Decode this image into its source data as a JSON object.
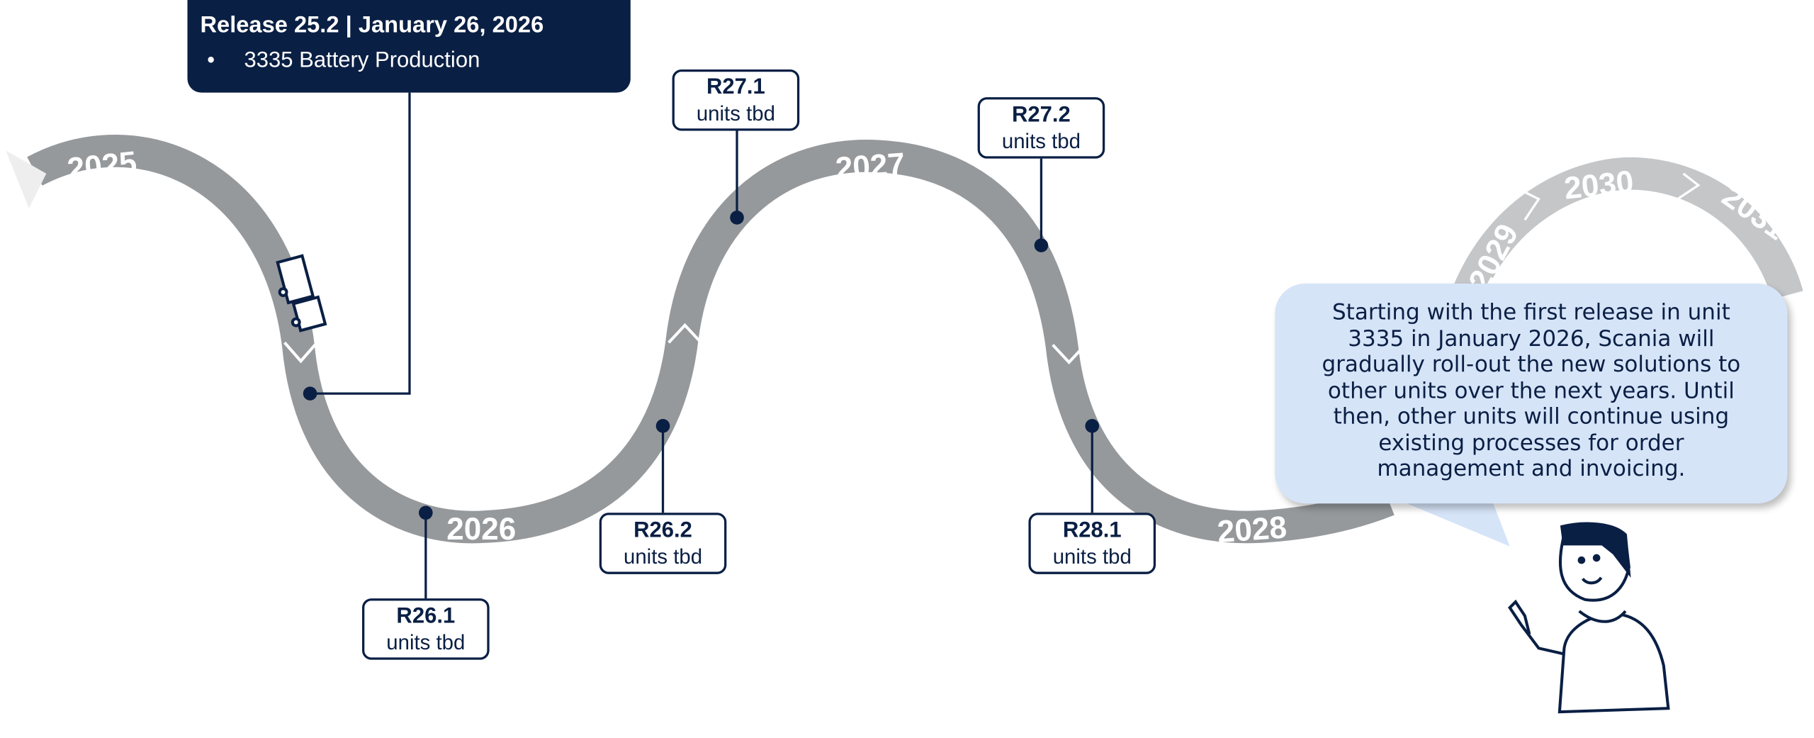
{
  "release": {
    "title": "Release 25.2 | January 26, 2026",
    "bullet": "•",
    "item": "3335 Battery Production"
  },
  "years": [
    "2025",
    "2026",
    "2027",
    "2028",
    "2029",
    "2030",
    "2031"
  ],
  "milestones": [
    {
      "name": "R26.1",
      "units": "units tbd"
    },
    {
      "name": "R26.2",
      "units": "units tbd"
    },
    {
      "name": "R27.1",
      "units": "units tbd"
    },
    {
      "name": "R27.2",
      "units": "units tbd"
    },
    {
      "name": "R28.1",
      "units": "units tbd"
    }
  ],
  "bubble_text": "Starting with the first release in unit 3335 in January 2026, Scania will gradually roll-out the new solutions to other units over the next years. Until then, other units will continue using existing processes for order management and invoicing.",
  "colors": {
    "navy": "#0a1f44",
    "road": "#96999c",
    "road_future": "#c4c6c8",
    "bubble": "#d6e4f8"
  }
}
